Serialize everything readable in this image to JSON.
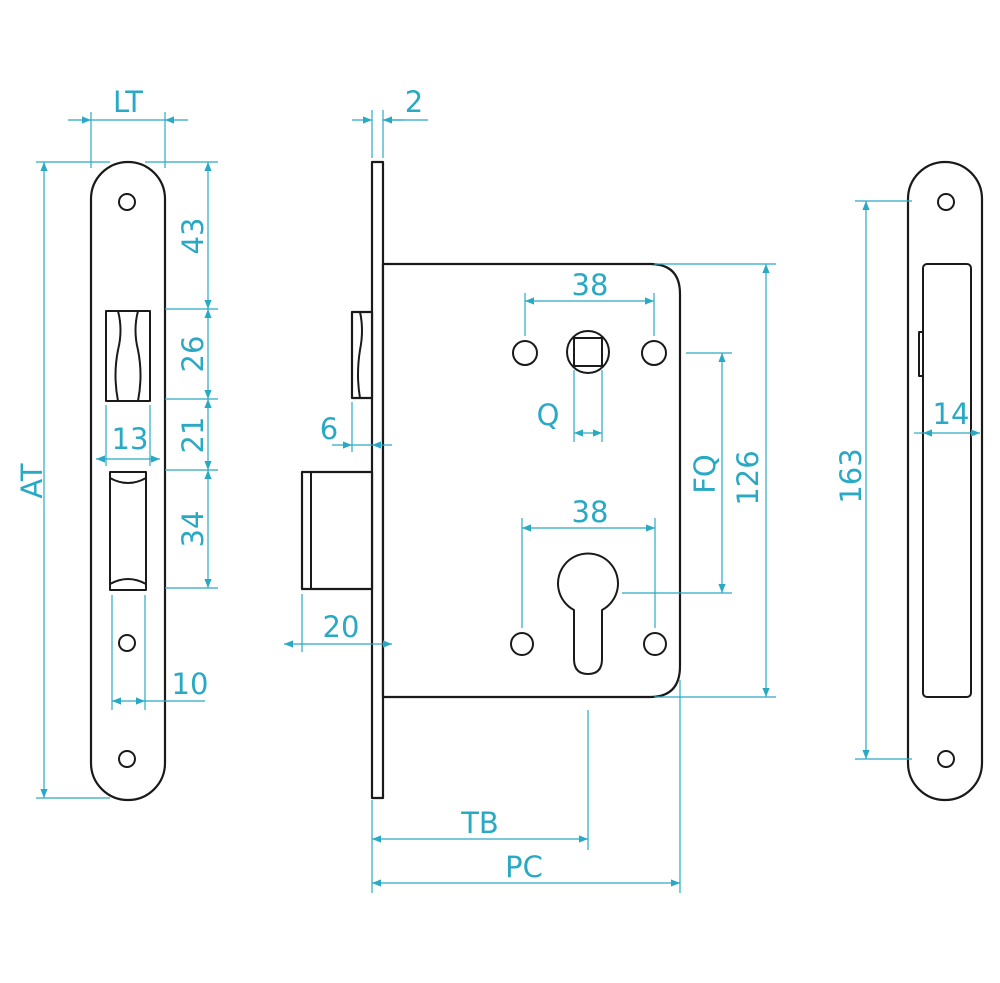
{
  "colors": {
    "dimension": "#29a9c4",
    "outline": "#1a1a1a",
    "background": "#ffffff"
  },
  "labels": {
    "faceplate_width": "LT",
    "faceplate_length": "AT",
    "top_to_latch": "43",
    "latch_height": "26",
    "latch_to_bolt": "21",
    "bolt_height": "34",
    "latch_width": "13",
    "bolt_width": "10",
    "faceplate_thickness": "2",
    "latch_projection": "6",
    "bolt_projection": "20",
    "spindle_center_distance": "38",
    "spindle_size": "Q",
    "cylinder_center_distance": "38",
    "spindle_to_cylinder": "FQ",
    "case_height": "126",
    "backset": "TB",
    "case_depth": "PC",
    "strike_length": "163",
    "strike_width": "14"
  }
}
